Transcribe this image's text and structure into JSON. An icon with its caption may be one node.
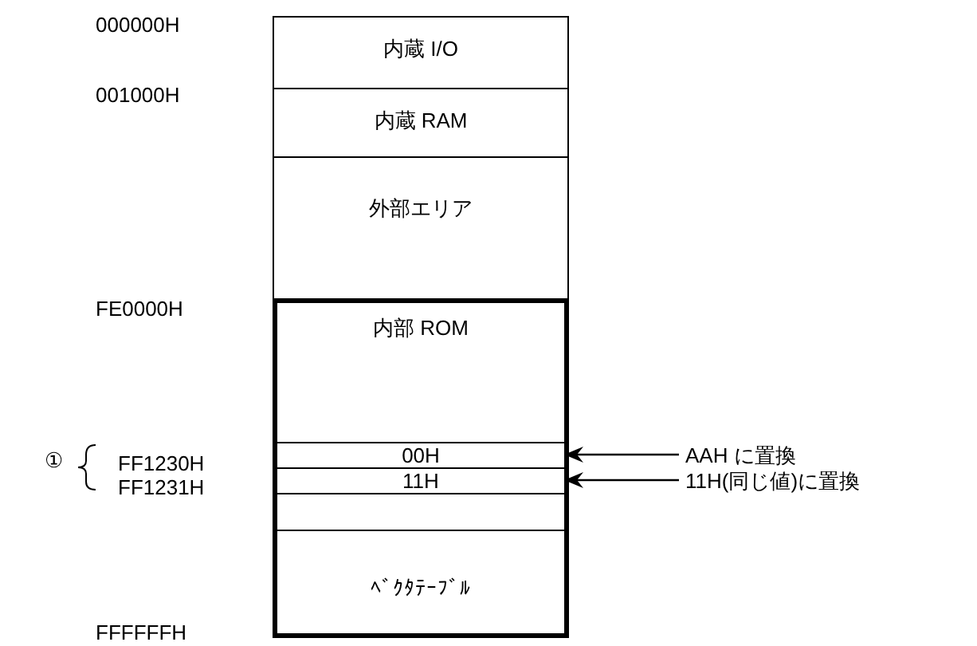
{
  "diagram": {
    "nodes": [
      {
        "text": [
          "内蔵 I/O"
        ]
      },
      {
        "text": [
          "内蔵 RAM"
        ]
      },
      {
        "text": [
          "外部エリア"
        ]
      },
      {
        "text": [
          "内部 ROM"
        ]
      },
      {
        "text": [
          "00H"
        ],
        "in": 3
      },
      {
        "text": [
          "11H"
        ],
        "in": 3
      },
      {
        "text": [],
        "shape": "box",
        "in": 3
      },
      {
        "text": [
          "ﾍﾞｸﾀﾃｰﾌﾞﾙ"
        ],
        "in": 3
      },
      {
        "text": [
          "AAH に置換"
        ]
      },
      {
        "text": [
          "11H(同じ値)に置換"
        ]
      }
    ],
    "edges": [
      {
        "from": 8,
        "to": 4,
        "arrow": "to"
      },
      {
        "from": 9,
        "to": 5,
        "arrow": "to"
      }
    ],
    "labels": [
      "000000H",
      "001000H",
      "FE0000H",
      "①",
      "FF1230H",
      "FF1231H",
      "FFFFFFH"
    ]
  }
}
